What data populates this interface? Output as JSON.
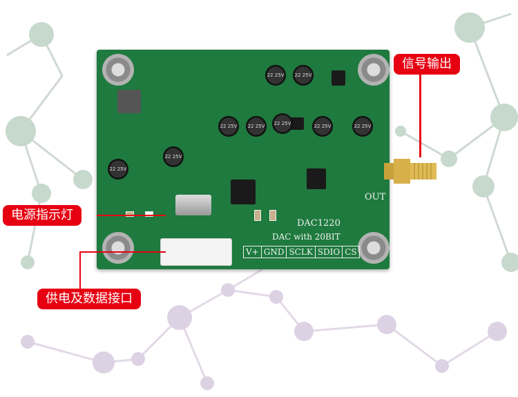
{
  "labels": {
    "signal_out": "信号输出",
    "power_led": "电源指示灯",
    "power_data_port": "供电及数据接口"
  },
  "board": {
    "model": "DAC1220",
    "subtitle": "DAC with 20BIT",
    "out": "OUT",
    "pins": [
      "V+",
      "GND",
      "SCLK",
      "SDIO",
      "CS"
    ],
    "cap_marking": "22 25V"
  },
  "colors": {
    "pcb": "#1e7a3e",
    "label": "#e60012"
  }
}
